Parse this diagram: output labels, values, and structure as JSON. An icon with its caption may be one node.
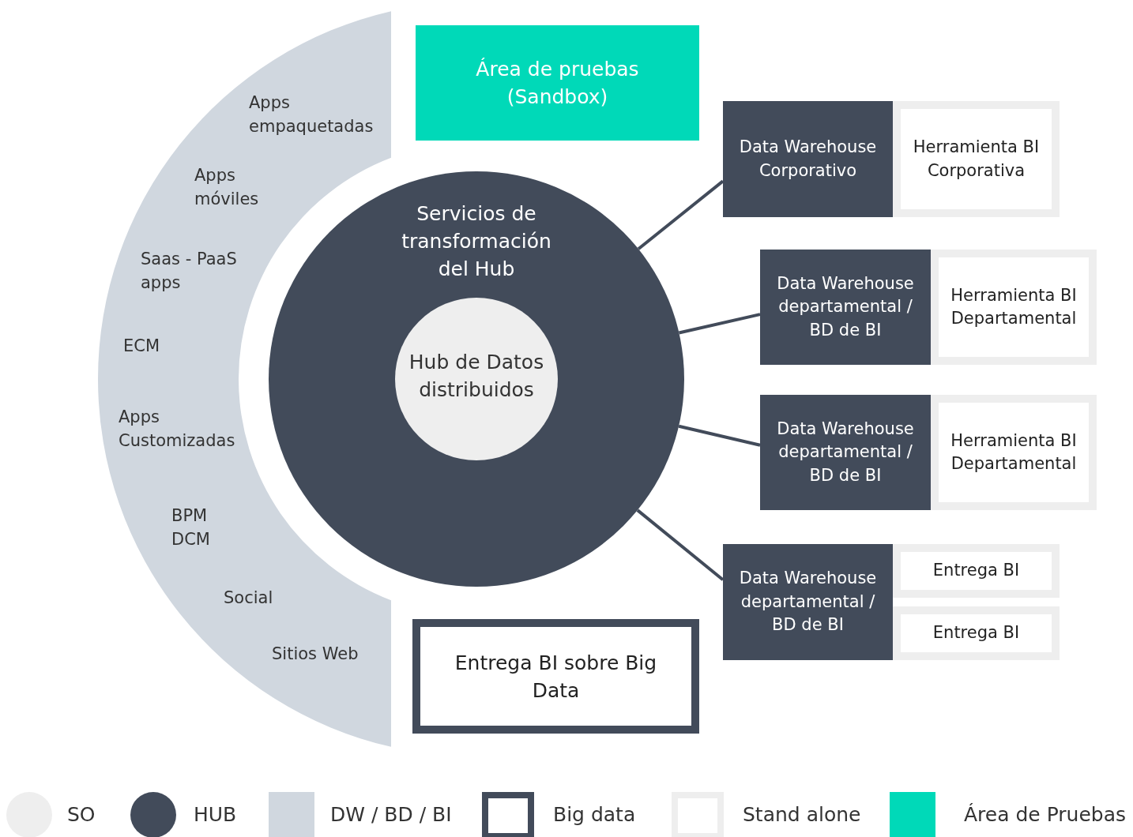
{
  "diagram": {
    "nodes": [
      {
        "text": [
          "Apps empaquetadas",
          "Apps móviles",
          "Saas - PaaS apps",
          "ECM",
          "Apps Customizadas",
          "BPM DCM",
          "Social",
          "Sitios Web"
        ]
      },
      {
        "text": [
          "Servicios de transformación del Hub"
        ]
      },
      {
        "text": [
          "Hub de Datos distribuidos"
        ],
        "in": 1
      },
      {
        "text": [
          "Área de pruebas (Sandbox)"
        ]
      },
      {
        "text": [
          "Data Warehouse Corporativo"
        ]
      },
      {
        "text": [
          "Herramienta BI Corporativa"
        ]
      },
      {
        "text": [
          "Data Warehouse departamental / BD de BI"
        ]
      },
      {
        "text": [
          "Herramienta BI Departamental"
        ]
      },
      {
        "text": [
          "Data Warehouse departamental / BD de BI"
        ]
      },
      {
        "text": [
          "Herramienta BI Departamental"
        ]
      },
      {
        "text": [
          "Data Warehouse departamental / BD de BI"
        ]
      },
      {
        "text": [
          "Entrega BI"
        ]
      },
      {
        "text": [
          "Entrega BI"
        ]
      },
      {
        "text": [
          "Entrega BI sobre Big Data"
        ]
      }
    ],
    "edges": [
      {
        "from": 1,
        "to": 4,
        "arrow": "none"
      },
      {
        "from": 1,
        "to": 6,
        "arrow": "none"
      },
      {
        "from": 1,
        "to": 8,
        "arrow": "none"
      },
      {
        "from": 1,
        "to": 10,
        "arrow": "none"
      }
    ],
    "legend": [
      {
        "text": "SO",
        "color": "#eeeeee"
      },
      {
        "text": "HUB",
        "color": "#424b5a"
      },
      {
        "text": "DW / BD / BI",
        "color": "#d0d7df"
      },
      {
        "text": "Big data"
      },
      {
        "text": "Stand alone"
      },
      {
        "text": "Área de Pruebas",
        "color": "#00d9b8"
      }
    ]
  }
}
